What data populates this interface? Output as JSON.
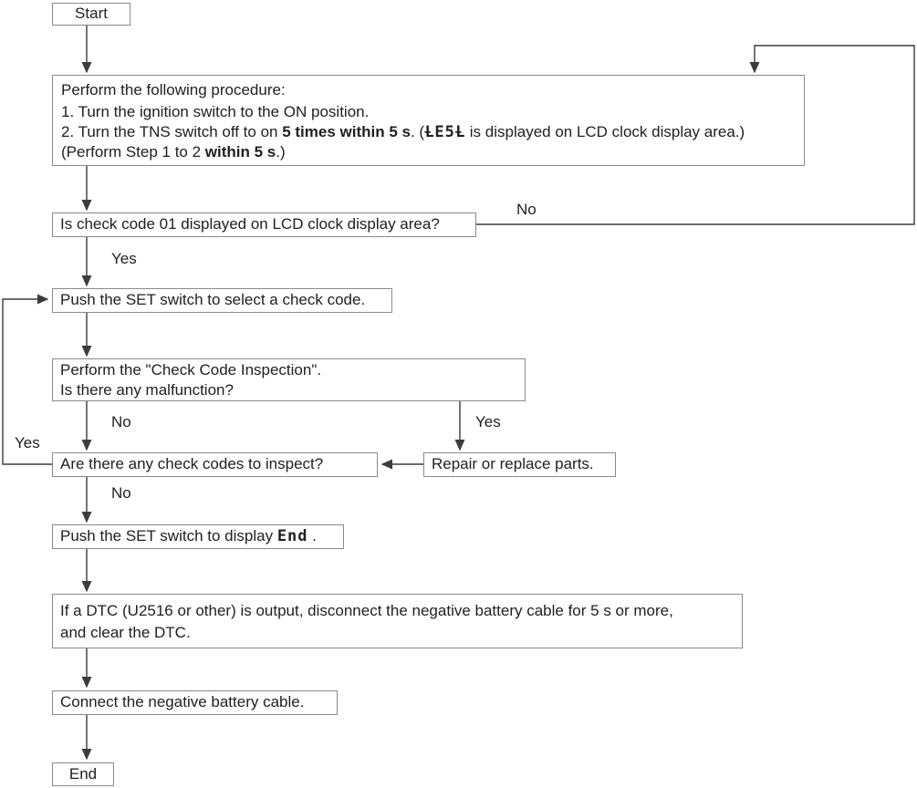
{
  "diagram": {
    "colors": {
      "background": "#ffffff",
      "box_border": "#8a8a8a",
      "connector_line": "#3c3c3c",
      "text": "#212121"
    },
    "nodes": {
      "start": {
        "label": "Start"
      },
      "procedure": {
        "line1": "Perform the following procedure:",
        "line2": "1. Turn the ignition switch to the ON position.",
        "line3_pre": "2. Turn the TNS switch off to on ",
        "line3_bold": "5 times within 5 s",
        "line3_mid": ". (",
        "line3_segment": "ȽE5Ƚ",
        "line3_post": " is displayed on LCD clock display area.)",
        "line4_pre": "(Perform Step 1 to 2 ",
        "line4_bold": "within 5 s",
        "line4_post": ".)"
      },
      "check_code_01": {
        "label": "Is check code 01 displayed on LCD clock display area?"
      },
      "push_set_select": {
        "label": "Push the SET switch to select a check code."
      },
      "inspection": {
        "line1": "Perform the \"Check Code Inspection\".",
        "line2": "Is there any malfunction?"
      },
      "check_codes_to_inspect": {
        "label": "Are there any check codes to inspect?"
      },
      "repair": {
        "label": "Repair or replace parts."
      },
      "push_set_end": {
        "pre": "Push the SET switch to display ",
        "segment": "End",
        "post": " ."
      },
      "dtc": {
        "line1": "If a DTC (U2516 or other) is output, disconnect the negative battery cable for 5 s or more,",
        "line2": "and clear the DTC."
      },
      "connect_battery": {
        "label": "Connect the negative battery cable."
      },
      "end": {
        "label": "End"
      }
    },
    "labels": {
      "no_check01": "No",
      "yes_check01": "Yes",
      "no_malfunction": "No",
      "yes_malfunction": "Yes",
      "yes_loop_left": "Yes",
      "no_codes": "No"
    }
  }
}
